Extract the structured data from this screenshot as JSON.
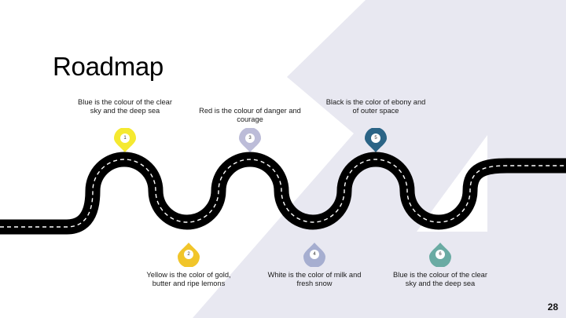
{
  "slide": {
    "title": "Roadmap",
    "page_number": "28"
  },
  "colors": {
    "background_shape": "#e8e8f1",
    "road": "#000000",
    "road_marking": "#ffffff"
  },
  "milestones": [
    {
      "number": "1",
      "text": "Blue is the colour of the clear sky and the deep sea",
      "color": "#f5e930",
      "icon": "map-pin-icon"
    },
    {
      "number": "2",
      "text": "Yellow is the color of gold, butter and ripe lemons",
      "color": "#f1c52a",
      "icon": "map-pin-icon"
    },
    {
      "number": "3",
      "text": "Red is the colour of danger and courage",
      "color": "#bcbcd8",
      "icon": "map-pin-icon"
    },
    {
      "number": "4",
      "text": "White is the color of milk and fresh snow",
      "color": "#a6aed0",
      "icon": "map-pin-icon"
    },
    {
      "number": "5",
      "text": "Black is the color of ebony and of outer space",
      "color": "#2b6486",
      "icon": "map-pin-icon"
    },
    {
      "number": "6",
      "text": "Blue is the colour of the clear sky and the deep sea",
      "color": "#6aaba3",
      "icon": "map-pin-icon"
    }
  ]
}
